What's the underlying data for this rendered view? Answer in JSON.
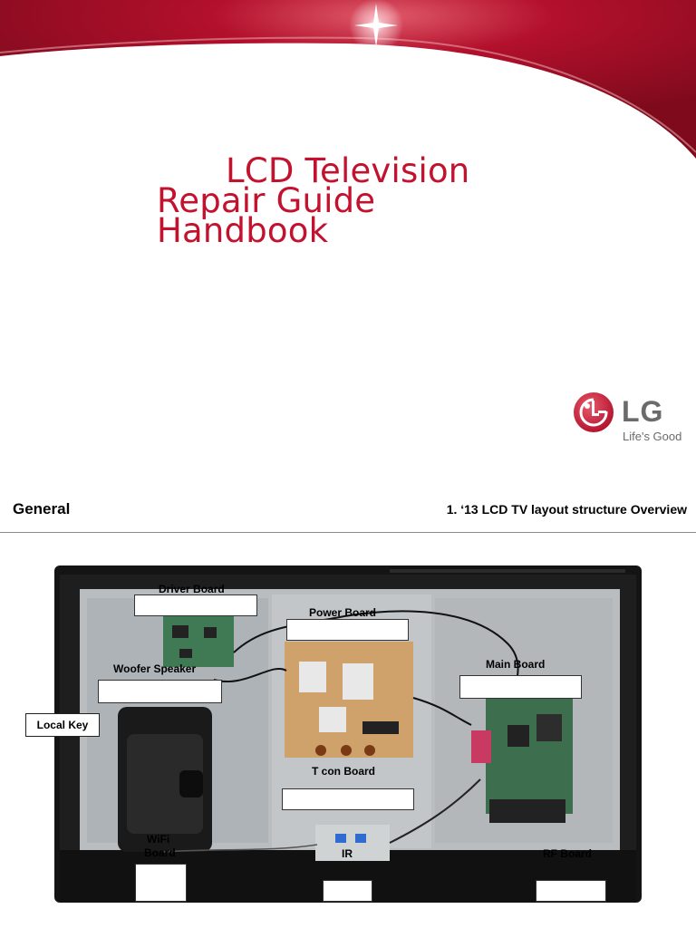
{
  "cover": {
    "title_lines": [
      "LCD Television",
      "Repair Guide",
      "Handbook"
    ],
    "brand": {
      "logo_text": "LG",
      "tagline": "Life's Good"
    },
    "colors": {
      "title": "#c2122e",
      "banner": "#b0122a",
      "logo_gray": "#6b6b6b"
    }
  },
  "slide2": {
    "section": "General",
    "subtitle": "1. ‘13 LCD TV layout structure Overview",
    "labels": {
      "driver_board": "Driver Board",
      "power_board": "Power Board",
      "woofer_speaker": "Woofer Speaker",
      "main_board": "Main Board",
      "local_key": "Local Key",
      "tcon_board": "T con Board",
      "wifi_board_line1": "WiFi",
      "wifi_board_line2": "Board",
      "ir": "IR",
      "rf_board": "RF Board"
    }
  }
}
